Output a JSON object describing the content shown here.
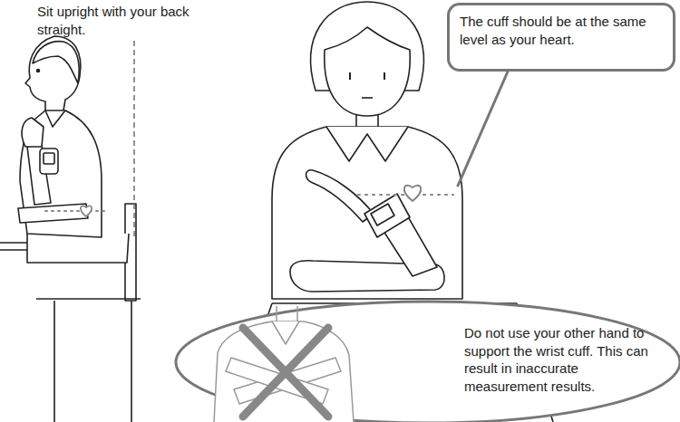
{
  "diagram": {
    "nodes": [
      {
        "text": [
          "The cuff should be at the same level as your heart."
        ]
      },
      {
        "text": [
          "Do not use your other hand to support the wrist cuff. This can result in inaccurate measurement results."
        ]
      }
    ],
    "labels": [
      "Sit upright with your back straight."
    ]
  }
}
